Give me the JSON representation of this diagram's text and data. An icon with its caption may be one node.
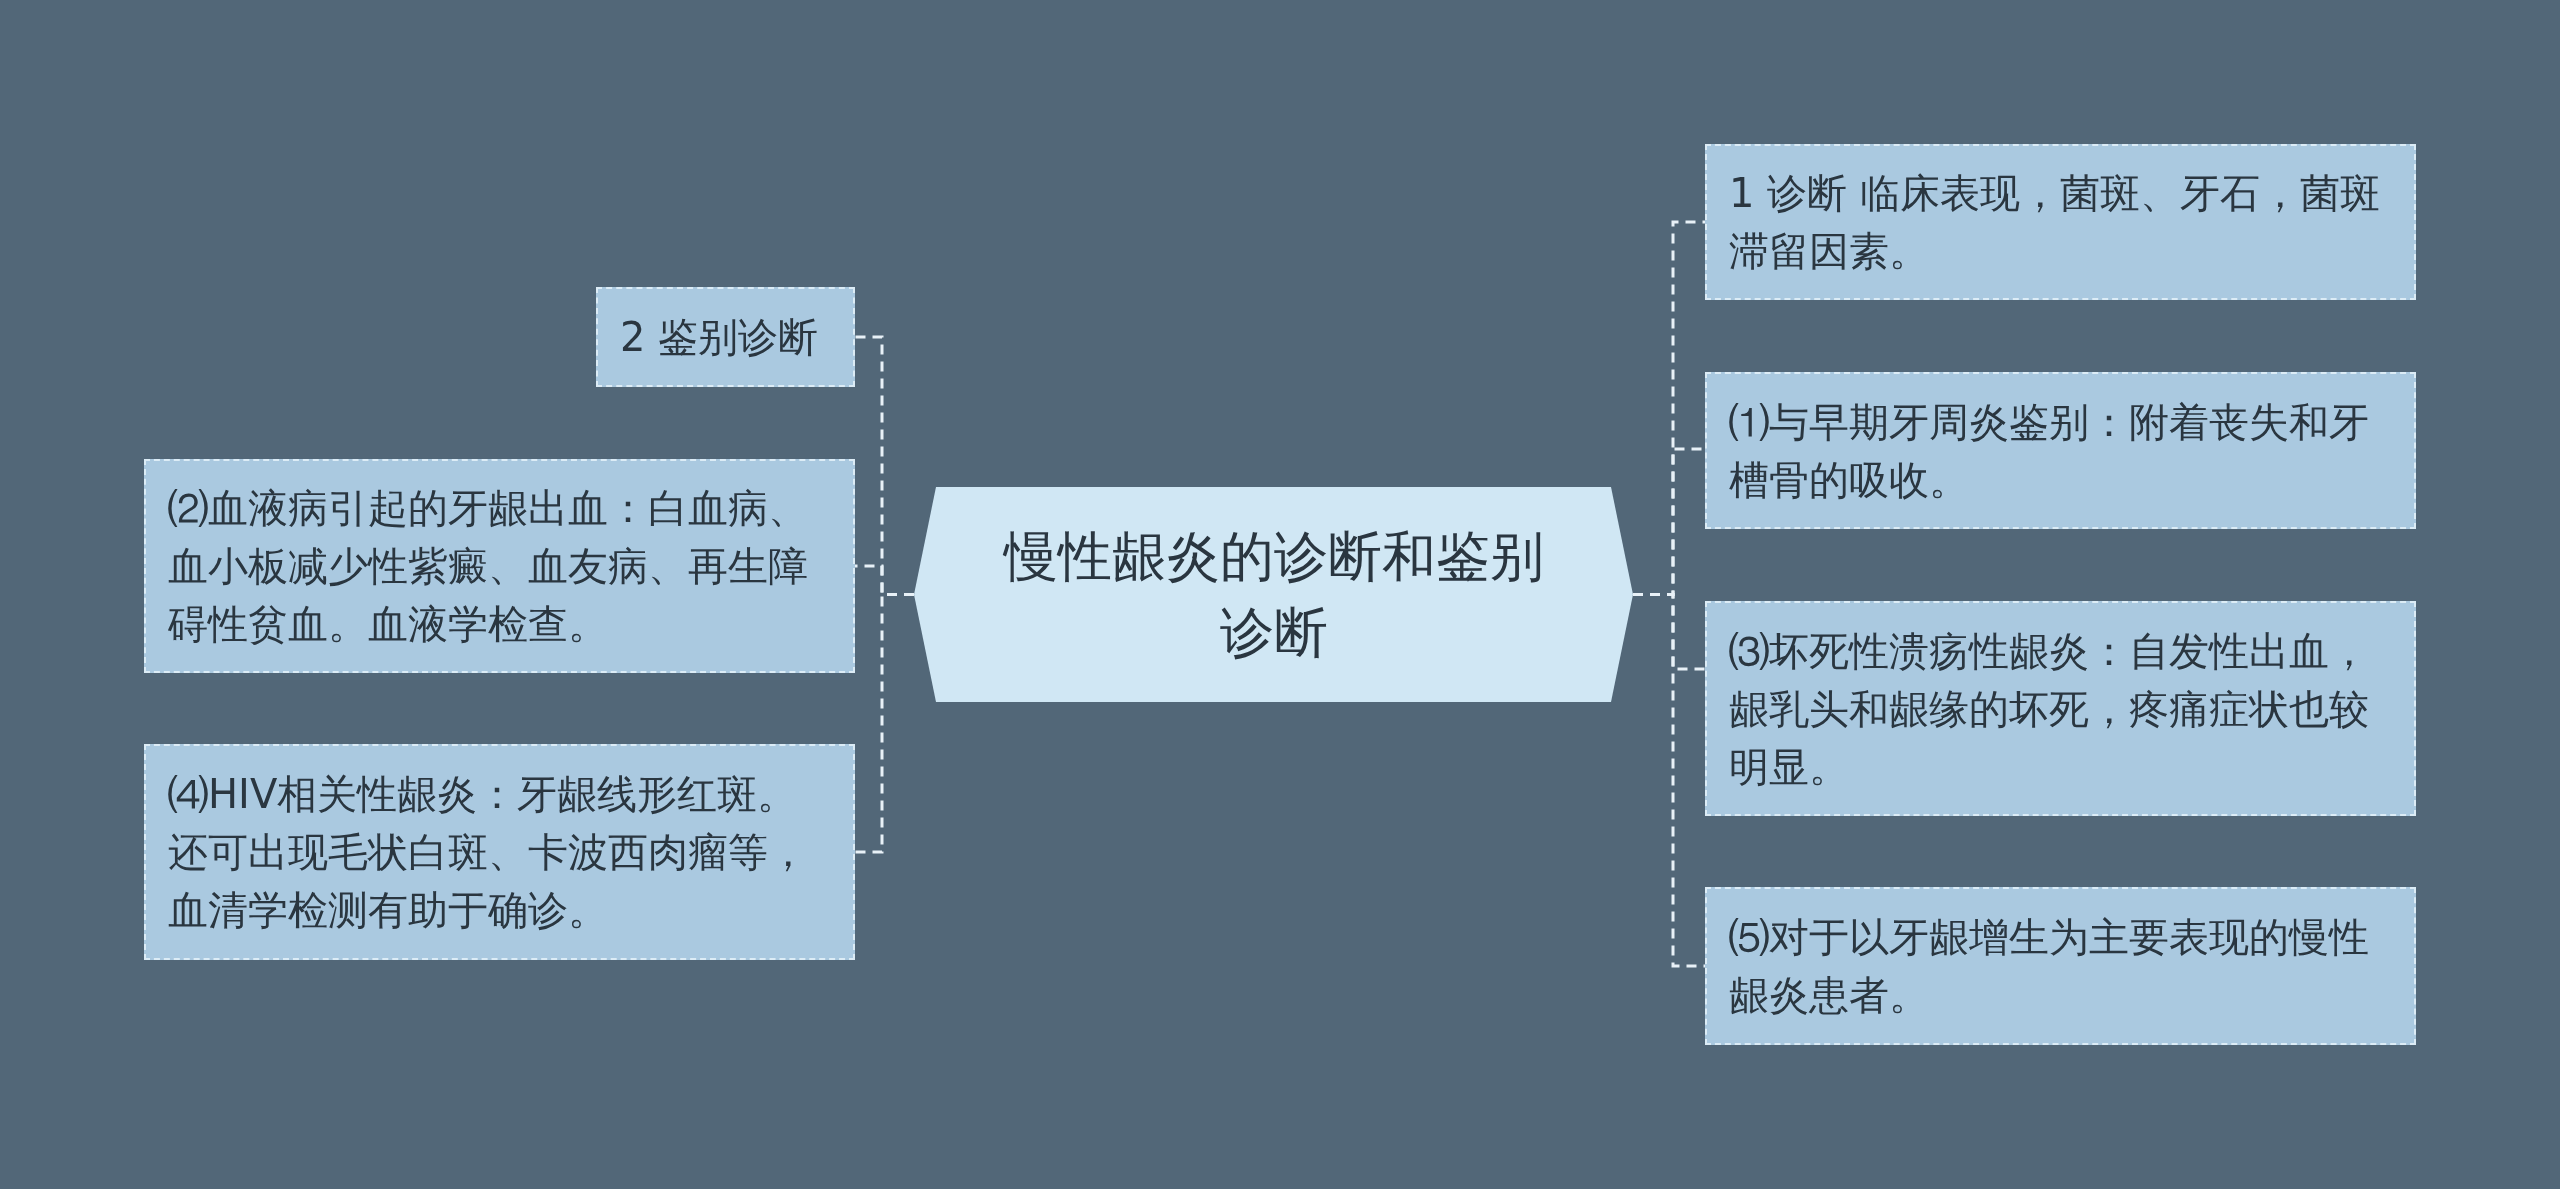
{
  "diagram": {
    "nodes": [
      {
        "text": [
          "慢性龈炎的诊断和鉴别诊断"
        ]
      },
      {
        "text": [
          "1 诊断 临床表现，菌斑、牙石，菌斑滞留因素。"
        ]
      },
      {
        "text": [
          "2 鉴别诊断"
        ]
      },
      {
        "text": [
          "⑴与早期牙周炎鉴别：附着丧失和牙槽骨的吸收。"
        ]
      },
      {
        "text": [
          "⑵血液病引起的牙龈出血：白血病、血小板减少性紫癜、血友病、再生障碍性贫血。血液学检查。"
        ]
      },
      {
        "text": [
          "⑶坏死性溃疡性龈炎：自发性出血，龈乳头和龈缘的坏死，疼痛症状也较明显。"
        ]
      },
      {
        "text": [
          "⑷HIV相关性龈炎：牙龈线形红斑。还可出现毛状白斑、卡波西肉瘤等，血清学检测有助于确诊。"
        ]
      },
      {
        "text": [
          "⑸对于以牙龈增生为主要表现的慢性龈炎患者。"
        ]
      }
    ],
    "edges": [
      {
        "from": 0,
        "to": 1,
        "arrow": "none",
        "style": "dashed"
      },
      {
        "from": 0,
        "to": 2,
        "arrow": "none",
        "style": "dashed"
      },
      {
        "from": 0,
        "to": 3,
        "arrow": "none",
        "style": "dashed"
      },
      {
        "from": 0,
        "to": 4,
        "arrow": "none",
        "style": "dashed"
      },
      {
        "from": 0,
        "to": 5,
        "arrow": "none",
        "style": "dashed"
      },
      {
        "from": 0,
        "to": 6,
        "arrow": "none",
        "style": "dashed"
      },
      {
        "from": 0,
        "to": 7,
        "arrow": "none",
        "style": "dashed"
      }
    ]
  }
}
